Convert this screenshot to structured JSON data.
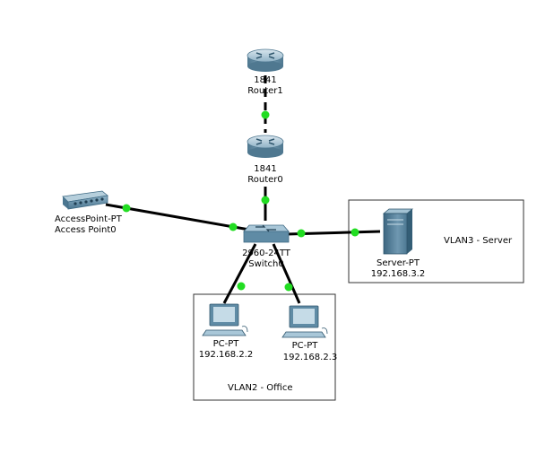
{
  "devices": {
    "router1": {
      "model": "1841",
      "name": "Router1"
    },
    "router0": {
      "model": "1841",
      "name": "Router0"
    },
    "switch0": {
      "model": "2960-24TT",
      "name": "Switch0"
    },
    "access_point": {
      "model": "AccessPoint-PT",
      "name": "Access Point0"
    },
    "server": {
      "model": "Server-PT",
      "ip": "192.168.3.2"
    },
    "pc1": {
      "model": "PC-PT",
      "ip": "192.168.2.2"
    },
    "pc2": {
      "model": "PC-PT",
      "ip": "192.168.2.3"
    }
  },
  "zones": {
    "vlan2": {
      "label": "VLAN2 - Office"
    },
    "vlan3": {
      "label": "VLAN3 - Server"
    }
  },
  "colors": {
    "port_up": "#22dd22",
    "link": "#000000",
    "router_body": "#6f96ad",
    "switch_body": "#7aa7c0"
  },
  "icons": {
    "router": "router-icon",
    "switch": "switch-icon",
    "access_point": "access-point-icon",
    "server": "server-icon",
    "pc": "pc-icon"
  }
}
